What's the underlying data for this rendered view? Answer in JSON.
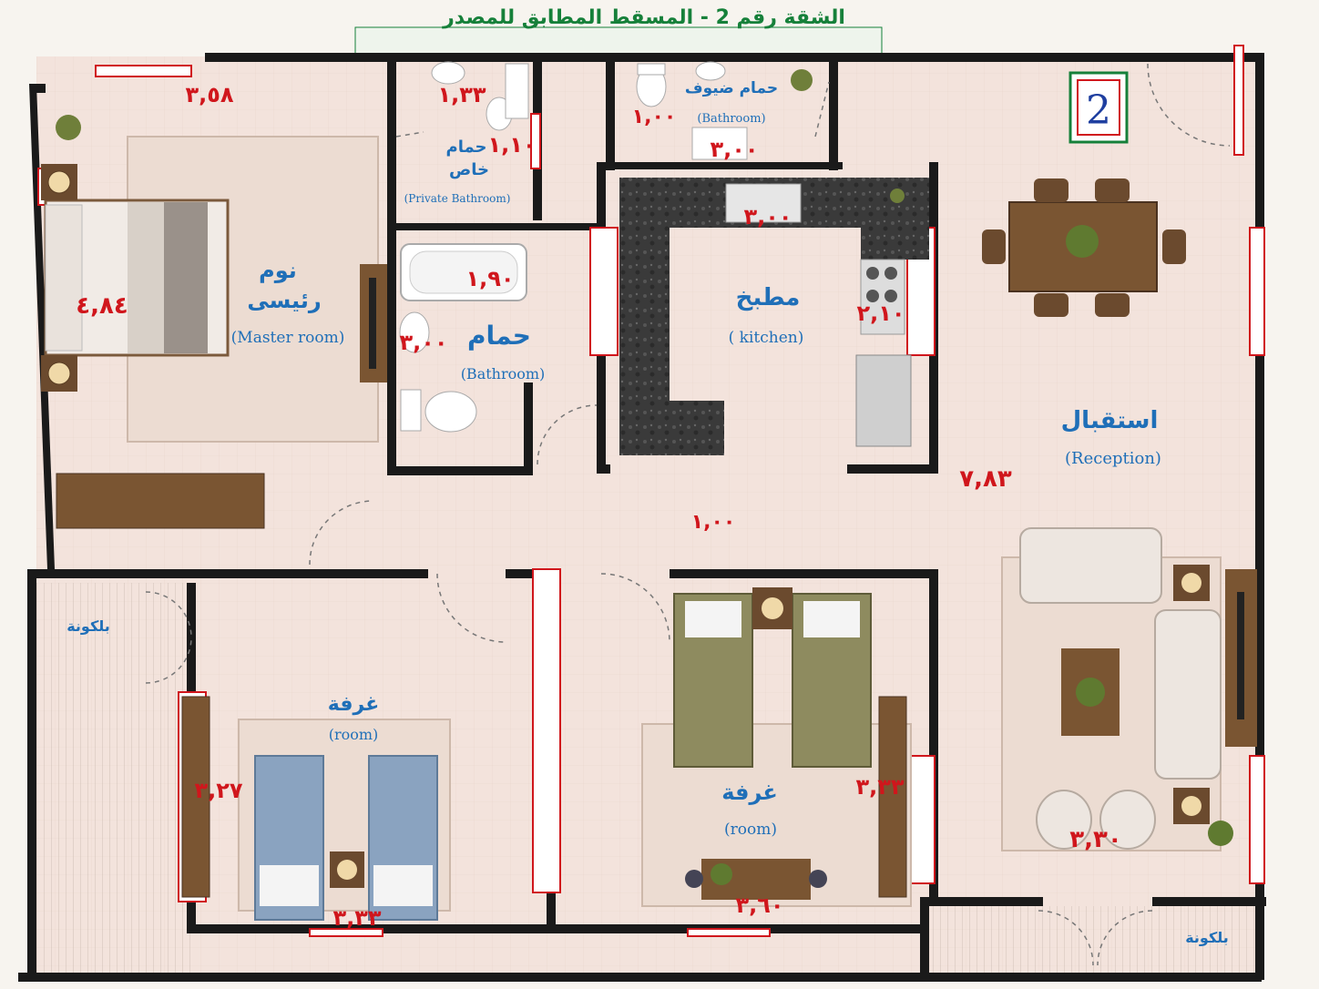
{
  "title": "الشقة رقم 2 - المسقط المطابق للمصدر",
  "unit_number": "2",
  "rooms": {
    "master": {
      "ar": "نوم",
      "ar2": "رئيسى",
      "en": "(Master room)"
    },
    "private_bath": {
      "ar": "حمام",
      "ar2": "خاص",
      "en": "(Private Bathroom)"
    },
    "guest_bath": {
      "ar": "حمام ضيوف",
      "en": "(Bathroom)"
    },
    "bathroom": {
      "ar": "حمام",
      "en": "(Bathroom)"
    },
    "kitchen": {
      "ar": "مطبخ",
      "en": "( kitchen)"
    },
    "reception": {
      "ar": "استقبال",
      "en": "(Reception)"
    },
    "room1": {
      "ar": "غرفة",
      "en": "(room)"
    },
    "room2": {
      "ar": "غرفة",
      "en": "(room)"
    },
    "balcony_left": {
      "ar": "بلكونة"
    },
    "balcony_right": {
      "ar": "بلكونة"
    }
  },
  "dimensions": {
    "master_width": "٣,٥٨",
    "master_length": "٤,٨٤",
    "private_bath_width": "١,٣٣",
    "private_bath_length": "١,١٠",
    "guest_bath_width": "١,٠٠",
    "guest_bath_length": "٣,٠٠",
    "bath_width": "١,٩٠",
    "bath_length": "٣,٠٠",
    "kitchen_width": "٣,٠٠",
    "kitchen_length": "٢,١٠",
    "corridor": "١,٠٠",
    "reception_length": "٧,٨٣",
    "reception_width": "٣,٣٠",
    "room1_length": "٣,٢٧",
    "room1_width": "٣,٣٣",
    "room2_length": "٣,٣٣",
    "room2_width": "٣,٦٠"
  },
  "colors": {
    "floor": "#f3e3dc",
    "wall": "#1a1a1a",
    "label": "#1f6fb8",
    "dimension": "#d0161c",
    "title": "#16803a"
  }
}
